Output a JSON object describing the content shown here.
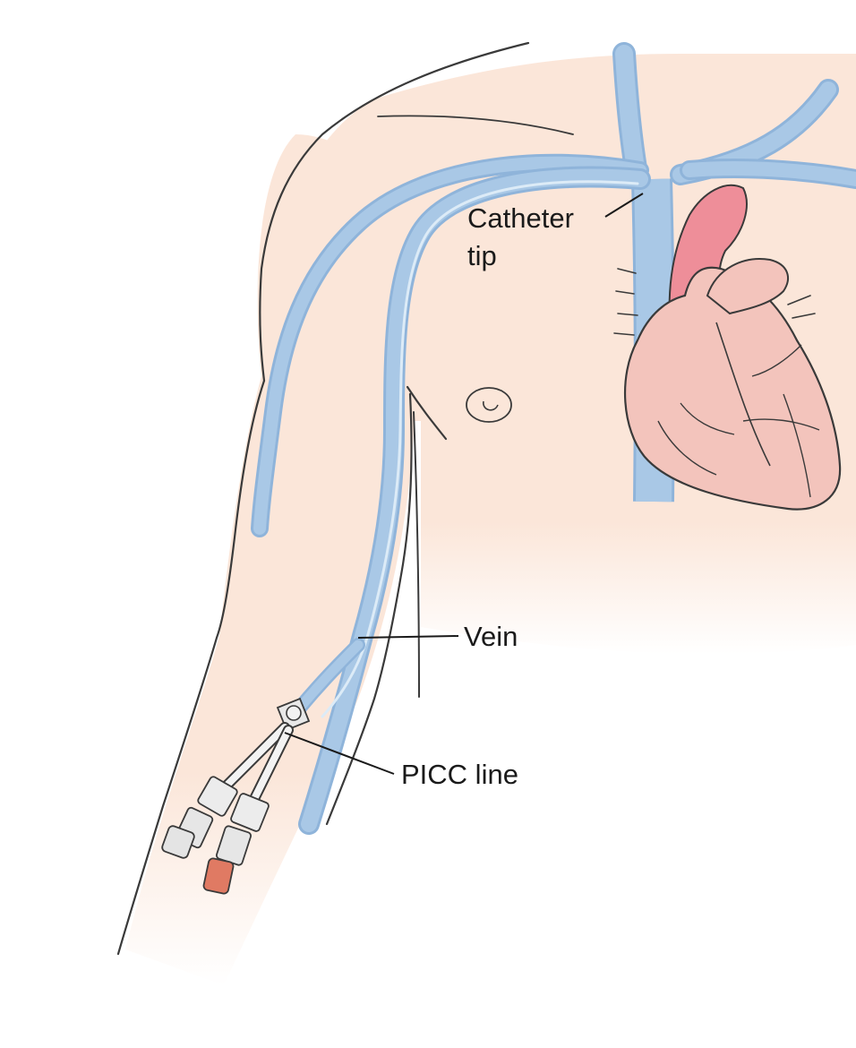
{
  "labels": {
    "catheter_tip_line1": "Catheter",
    "catheter_tip_line2": "tip",
    "vein": "Vein",
    "picc_line": "PICC line"
  },
  "colors": {
    "skin": "#fbe6d9",
    "outline": "#3a3a3a",
    "vein": "#a9c8e6",
    "vein_edge": "#8fb4da",
    "heart": "#f3c4bc",
    "aorta": "#ee8e99",
    "cap_red": "#e07a63",
    "cap_gray": "#e4e4e4"
  }
}
